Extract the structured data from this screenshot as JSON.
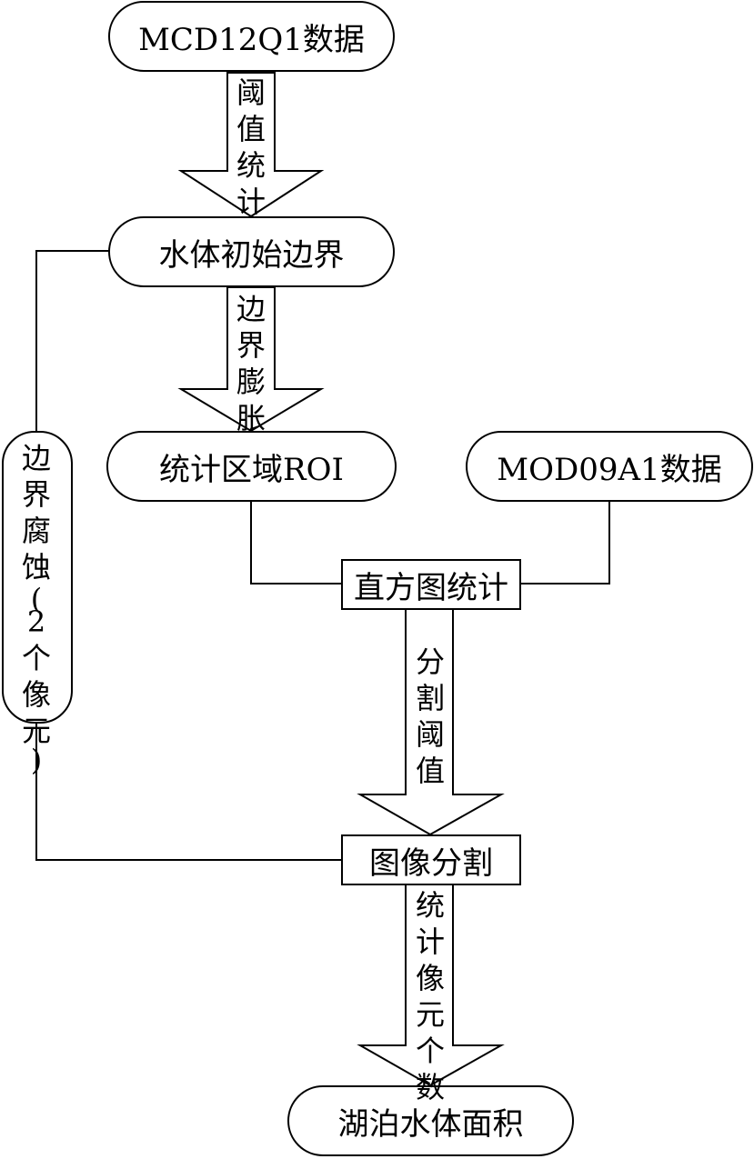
{
  "nodes": {
    "mcd": "MCD12Q1数据",
    "initial_boundary": "水体初始边界",
    "roi": "统计区域ROI",
    "mod": "MOD09A1数据",
    "histogram": "直方图统计",
    "segmentation": "图像分割",
    "area": "湖泊水体面积"
  },
  "edges": {
    "threshold_stats": [
      "阈",
      "值",
      "统",
      "计"
    ],
    "boundary_dilation": [
      "边",
      "界",
      "膨",
      "胀"
    ],
    "seg_threshold": [
      "分",
      "割",
      "阈",
      "值"
    ],
    "count_pixels": [
      "统",
      "计",
      "像",
      "元",
      "个",
      "数"
    ],
    "boundary_erosion": [
      "边",
      "界",
      "腐",
      "蚀",
      "(",
      "2",
      "个",
      "像",
      "元",
      ")"
    ]
  }
}
